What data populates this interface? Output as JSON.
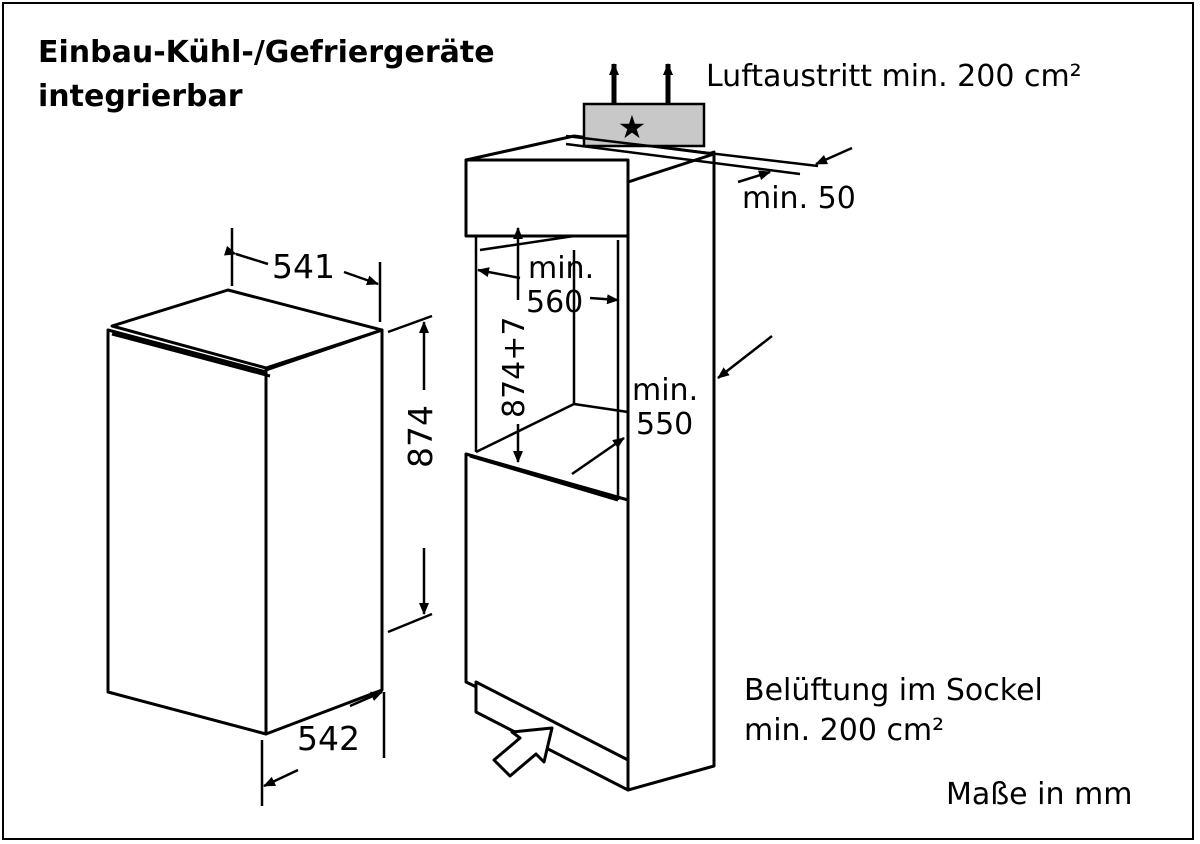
{
  "title": {
    "line1": "Einbau-Kühl-/Gefriergeräte",
    "line2": "integrierbar"
  },
  "appliance": {
    "width": "541",
    "depth": "542",
    "height": "874"
  },
  "niche": {
    "height": "874+7",
    "width_label": "min.",
    "width_value": "560",
    "depth_label": "min.",
    "depth_value": "550",
    "gap": "min. 50"
  },
  "ventilation": {
    "top": "Luftaustritt min. 200 cm²",
    "bottom_line1": "Belüftung im Sockel",
    "bottom_line2": "min. 200 cm²"
  },
  "units": "Maße in mm",
  "colors": {
    "line": "#000000",
    "vent_panel": "#c8c8c8"
  }
}
